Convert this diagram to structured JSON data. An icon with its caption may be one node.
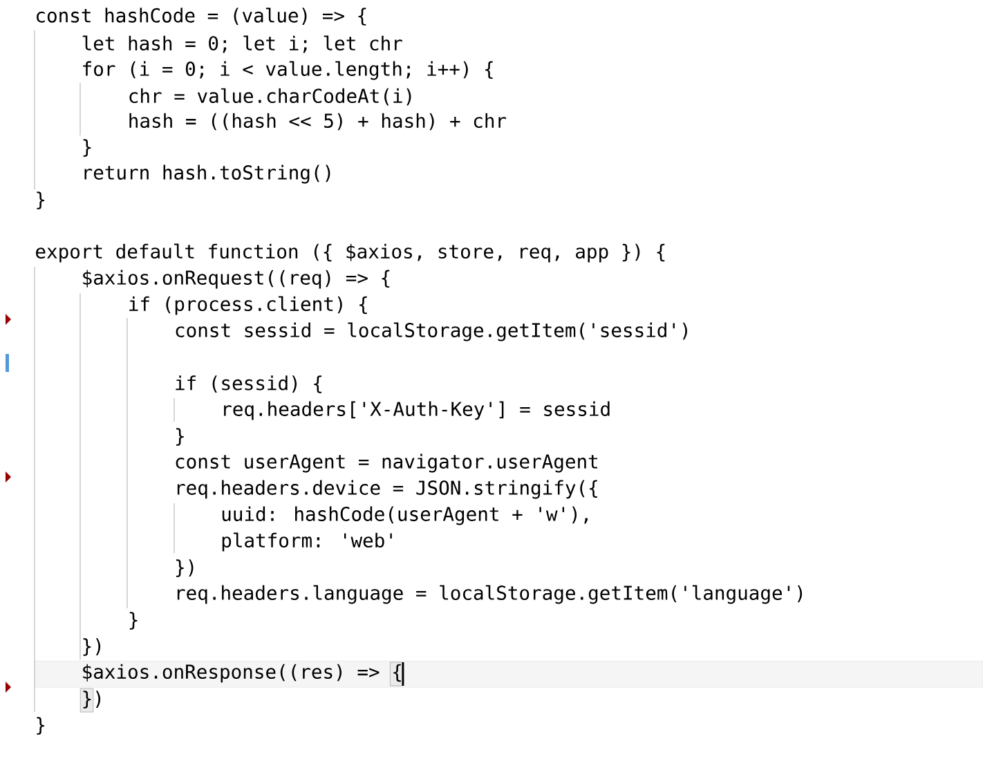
{
  "diagram": {
    "labels": [
      "const hashCode = (value) => {",
      "let hash = 0; let i; let chr",
      "for (i = 0; i < value.length; i++) {",
      "chr = value.charCodeAt(i)",
      "hash = ((hash << 5) + hash) + chr",
      "}",
      "return hash.toString()",
      "}",
      "export default function ({ $axios, store, req, app }) {",
      "$axios.onRequest((req) => {",
      "if (process.client) {",
      "const sessid = localStorage.getItem('sessid')",
      "if (sessid) {",
      "req.headers['X-Auth-Key'] = sessid",
      "}",
      "const userAgent = navigator.userAgent",
      "req.headers.device = JSON.stringify({",
      "uuid: hashCode(userAgent + 'w'),",
      "platform: 'web'",
      "})",
      "req.headers.language = localStorage.getItem('language')",
      "}",
      "})",
      "$axios.onResponse((res) => {",
      "})",
      "}"
    ]
  }
}
